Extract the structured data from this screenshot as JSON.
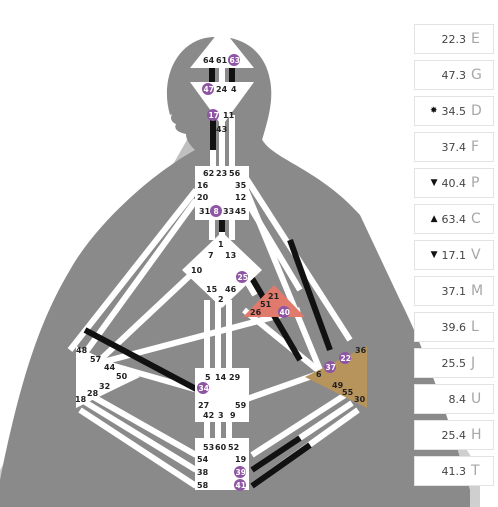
{
  "gates": {
    "head": [
      "64",
      "61",
      "63"
    ],
    "ajna": [
      "47",
      "24",
      "4",
      "17",
      "11",
      "43"
    ],
    "throat": [
      "62",
      "23",
      "56",
      "16",
      "35",
      "20",
      "12",
      "31",
      "8",
      "33",
      "45"
    ],
    "g": [
      "1",
      "7",
      "13",
      "10",
      "25",
      "15",
      "46",
      "2"
    ],
    "ego": [
      "21",
      "51",
      "26",
      "40"
    ],
    "spleen": [
      "48",
      "57",
      "44",
      "50",
      "32",
      "28",
      "18"
    ],
    "sacral": [
      "5",
      "14",
      "29",
      "34",
      "27",
      "59",
      "42",
      "3",
      "9"
    ],
    "solar": [
      "36",
      "37",
      "22",
      "6",
      "49",
      "55",
      "30"
    ],
    "root": [
      "53",
      "60",
      "52",
      "54",
      "19",
      "38",
      "39",
      "58",
      "41"
    ]
  },
  "colors": {
    "background_silhouette": "#8a8a8a",
    "light_triangle": "#cfcfcf",
    "channel": "#ffffff",
    "defined_channel": "#111111",
    "ego_fill": "#e07a6c",
    "solar_fill": "#b8945d",
    "activated_gate": "#8e55a3"
  },
  "side_panel": [
    {
      "value": "22.3",
      "letter": "E",
      "icon": ""
    },
    {
      "value": "47.3",
      "letter": "G",
      "icon": ""
    },
    {
      "value": "34.5",
      "letter": "D",
      "icon": "✸"
    },
    {
      "value": "37.4",
      "letter": "F",
      "icon": ""
    },
    {
      "value": "40.4",
      "letter": "P",
      "icon": "▼"
    },
    {
      "value": "63.4",
      "letter": "C",
      "icon": "▲"
    },
    {
      "value": "17.1",
      "letter": "V",
      "icon": "▼"
    },
    {
      "value": "37.1",
      "letter": "M",
      "icon": ""
    },
    {
      "value": "39.6",
      "letter": "L",
      "icon": ""
    },
    {
      "value": "25.5",
      "letter": "J",
      "icon": ""
    },
    {
      "value": "8.4",
      "letter": "U",
      "icon": ""
    },
    {
      "value": "25.4",
      "letter": "H",
      "icon": ""
    },
    {
      "value": "41.3",
      "letter": "T",
      "icon": ""
    }
  ]
}
